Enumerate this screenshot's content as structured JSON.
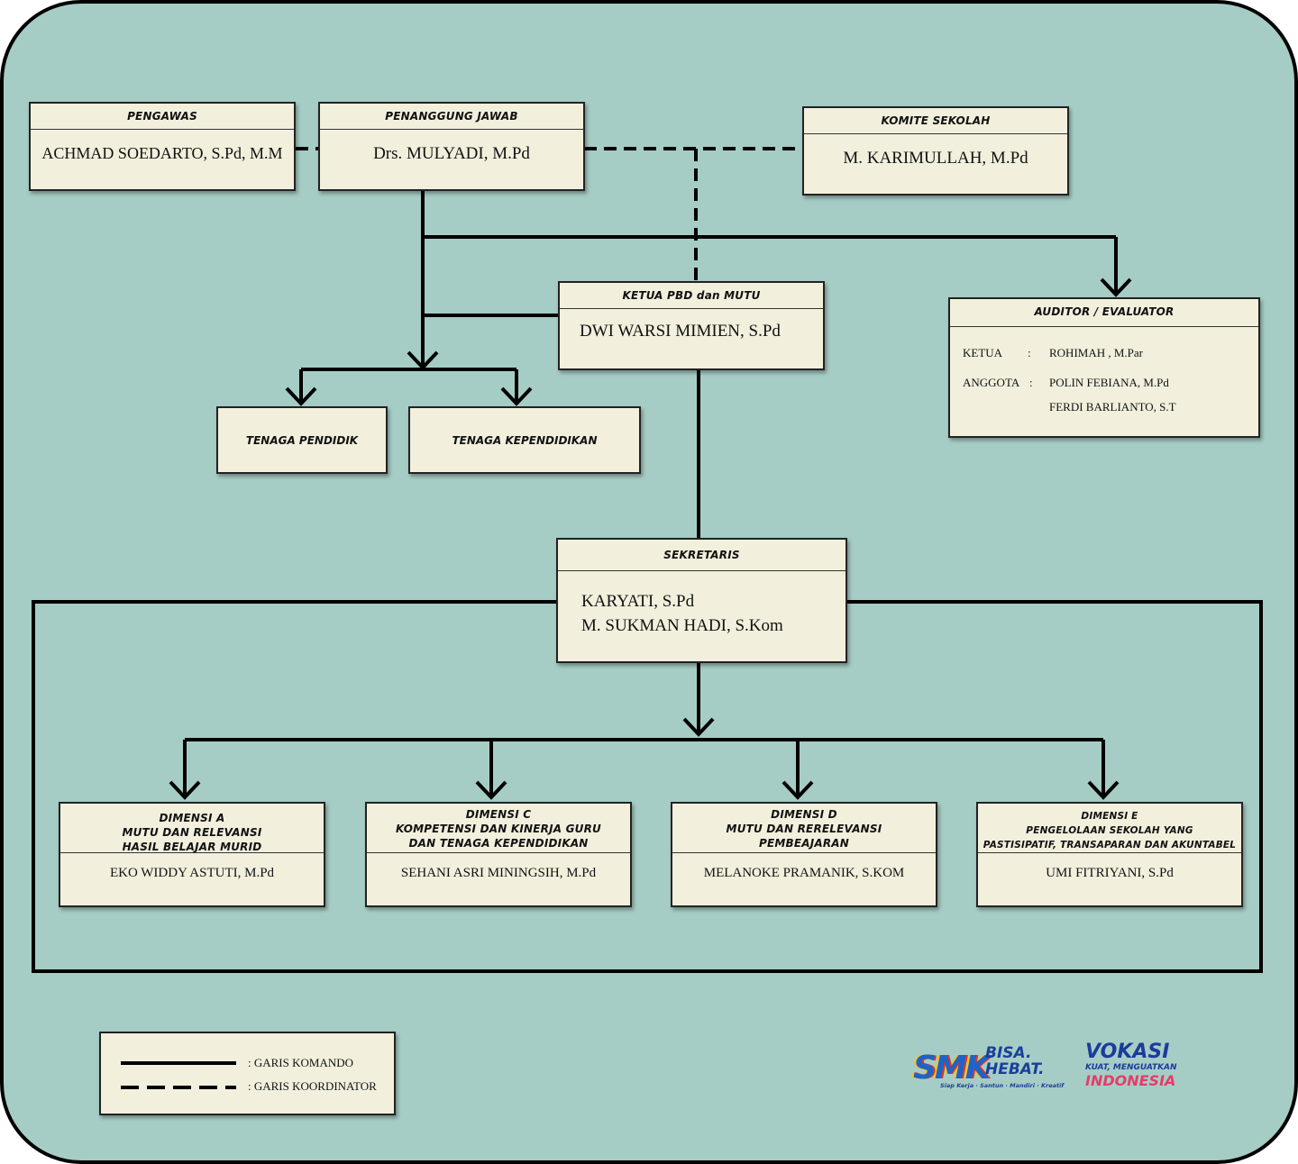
{
  "pengawas": {
    "title": "PENGAWAS",
    "name": "ACHMAD SOEDARTO, S.Pd, M.M"
  },
  "penanggung_jawab": {
    "title": "PENANGGUNG JAWAB",
    "name": "Drs. MULYADI, M.Pd"
  },
  "komite": {
    "title": "KOMITE SEKOLAH",
    "name": "M. KARIMULLAH, M.Pd"
  },
  "ketua": {
    "title": "KETUA PBD dan MUTU",
    "name": "DWI WARSI MIMIEN, S.Pd"
  },
  "auditor": {
    "title": "AUDITOR / EVALUATOR",
    "ketua_label": "KETUA",
    "colon": ":",
    "ketua_name": "ROHIMAH , M.Par",
    "anggota_label": "ANGGOTA",
    "anggota_1": "POLIN FEBIANA, M.Pd",
    "anggota_2": "FERDI BARLIANTO, S.T"
  },
  "tenaga_pendidik": "TENAGA PENDIDIK",
  "tenaga_kependidikan": "TENAGA KEPENDIDIKAN",
  "sekretaris": {
    "title": "SEKRETARIS",
    "name_1": "KARYATI, S.Pd",
    "name_2": "M. SUKMAN HADI, S.Kom"
  },
  "dimensi": [
    {
      "line1": "DIMENSI A",
      "line2": "MUTU DAN RELEVANSI",
      "line3": "HASIL BELAJAR MURID",
      "name": "EKO WIDDY ASTUTI, M.Pd"
    },
    {
      "line1": "DIMENSI C",
      "line2": "KOMPETENSI DAN KINERJA GURU",
      "line3": "DAN TENAGA KEPENDIDIKAN",
      "name": "SEHANI ASRI MININGSIH, M.Pd"
    },
    {
      "line1": "DIMENSI D",
      "line2": "MUTU DAN RERELEVANSI",
      "line3": "PEMBEAJARAN",
      "name": "MELANOKE PRAMANIK, S.KOM"
    },
    {
      "line1": "DIMENSI E",
      "line2": "PENGELOLAAN SEKOLAH YANG",
      "line3": "PASTISIPATIF, TRANSAPARAN DAN AKUNTABEL",
      "name": "UMI FITRIYANI, S.Pd"
    }
  ],
  "legend": {
    "komando": ":  GARIS KOMANDO",
    "koordinator": ":  GARIS KOORDINATOR"
  },
  "logos": {
    "smk": "SMK",
    "bisa": "BISA.",
    "hebat": "HEBAT.",
    "smk_tagline": "Siap Kerja · Santun · Mandiri · Kreatif",
    "vokasi": "VOKASI",
    "vokasi_tagline": "KUAT, MENGUATKAN",
    "indonesia": "INDONESIA"
  },
  "colors": {
    "background": "#a6cdc5",
    "box": "#f2f0dd",
    "line": "#000000"
  }
}
